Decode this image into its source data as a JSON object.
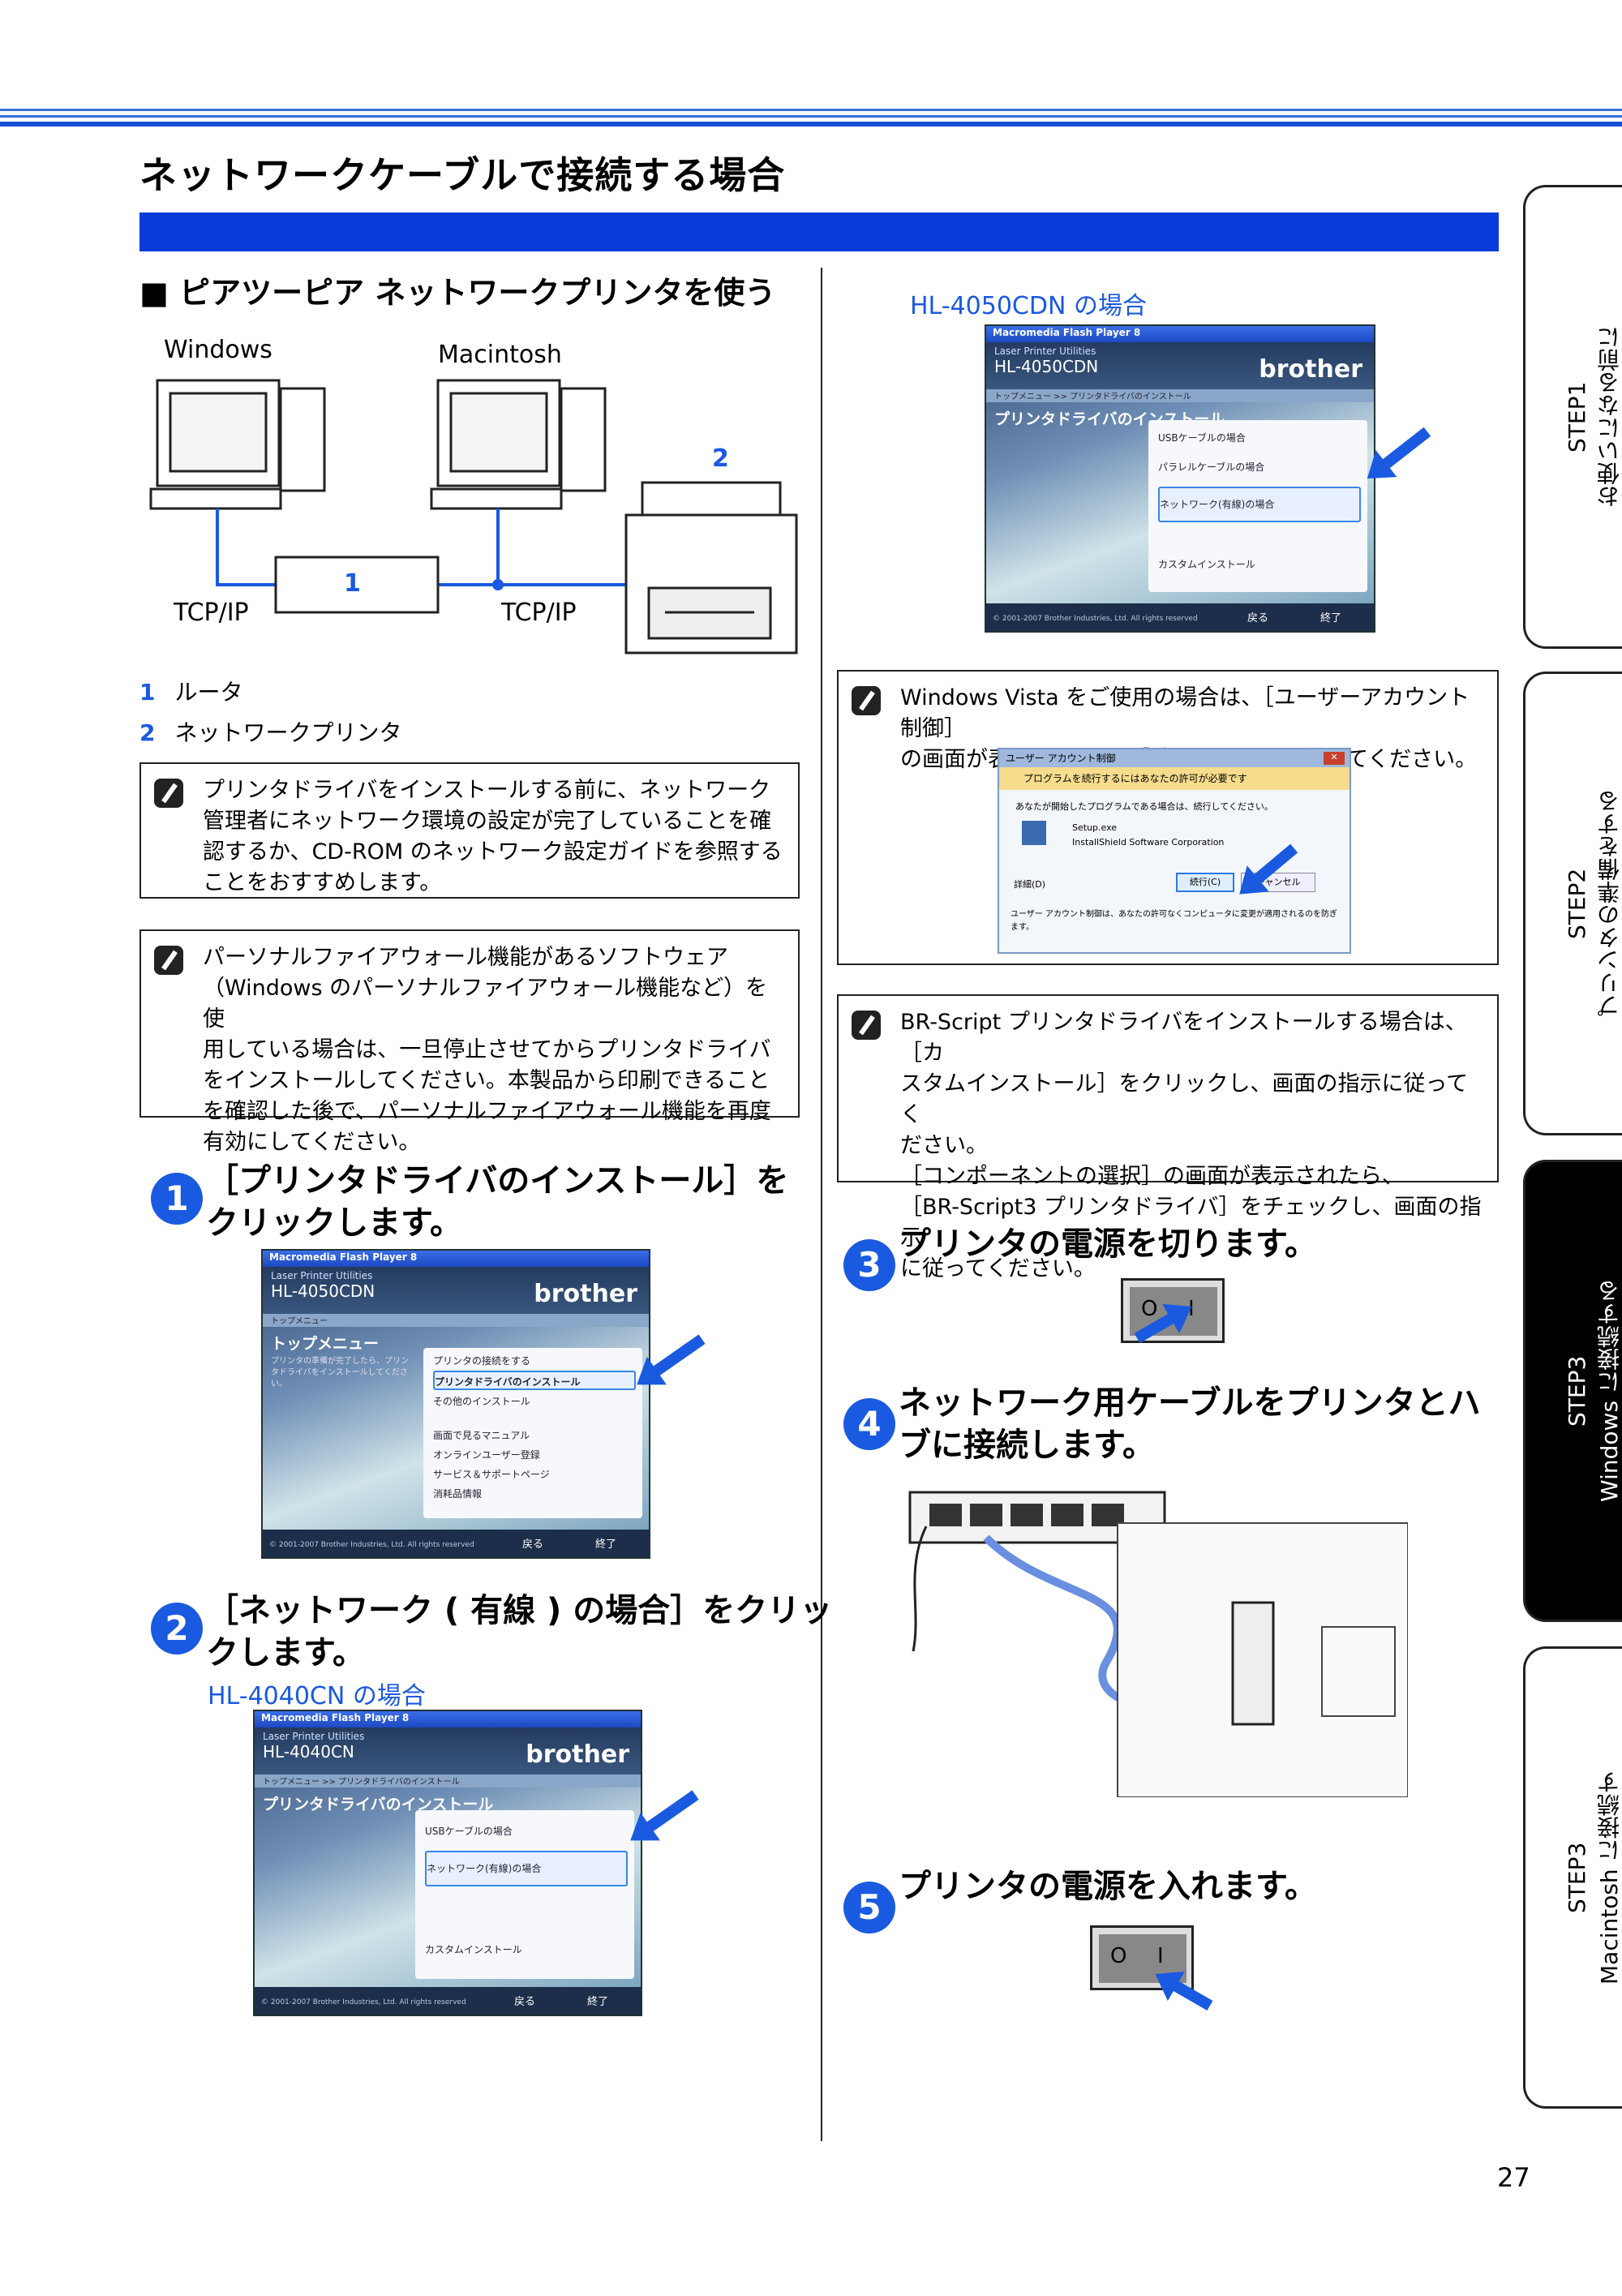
{
  "page": {
    "title": "ネットワークケーブルで接続する場合",
    "section_heading": "■ ピアツーピア ネットワークプリンタを使う",
    "page_number": "27"
  },
  "diagram": {
    "windows_label": "Windows",
    "mac_label": "Macintosh",
    "router_number": "1",
    "printer_number": "2",
    "tcp_left": "TCP/IP",
    "tcp_right": "TCP/IP"
  },
  "legend": [
    {
      "num": "1",
      "text": "ルータ"
    },
    {
      "num": "2",
      "text": "ネットワークプリンタ"
    }
  ],
  "notes": {
    "note1": "プリンタドライバをインストールする前に、ネットワーク\n管理者にネットワーク環境の設定が完了していることを確\n認するか、CD-ROM のネットワーク設定ガイドを参照する\nことをおすすめします。",
    "note2": "パーソナルファイアウォール機能があるソフトウェア\n（Windows のパーソナルファイアウォール機能など）を使\n用している場合は、一旦停止させてからプリンタドライバ\nをインストールしてください。本製品から印刷できること\nを確認した後で、パーソナルファイアウォール機能を再度\n有効にしてください。",
    "note3": "Windows Vista をご使用の場合は、［ユーザーアカウント制御］\nの画面が表示されます。［続行］をクリックしてください。",
    "note4": "BR-Script プリンタドライバをインストールする場合は、［カ\nスタムインストール］をクリックし、画面の指示に従ってく\nださい。\n［コンポーネントの選択］の画面が表示されたら、\n［BR-Script3 プリンタドライバ］をチェックし、画面の指示\nに従ってください。"
  },
  "steps": [
    {
      "num": "1",
      "title": "［プリンタドライバのインストール］を\nクリックします。"
    },
    {
      "num": "2",
      "title": "［ネットワーク ( 有線 ) の場合］をクリッ\nクします。",
      "caption": "HL-4040CN の場合"
    },
    {
      "num": "3",
      "title": "プリンタの電源を切ります。"
    },
    {
      "num": "4",
      "title": "ネットワーク用ケーブルをプリンタとハ\nブに接続します。"
    },
    {
      "num": "5",
      "title": "プリンタの電源を入れます。"
    }
  ],
  "caption_4050": "HL-4050CDN の場合",
  "shots": {
    "title_bar": "Macromedia Flash Player 8",
    "sub": "Laser Printer Utilities",
    "brand": "brother",
    "copyright": "© 2001-2007 Brother Industries, Ltd. All rights reserved",
    "back": "戻る",
    "exit": "終了",
    "s1": {
      "model": "HL-4050CDN",
      "crumb": "トップメニュー",
      "section": "トップメニュー",
      "left_text": "プリンタの準備が完了したら、プリンタドライバをインストールしてください。",
      "items": [
        "プリンタの接続をする",
        "プリンタドライバのインストール",
        "その他のインストール",
        "画面で見るマニュアル",
        "オンラインユーザー登録",
        "サービス＆サポートページ",
        "消耗品情報"
      ]
    },
    "s2": {
      "model": "HL-4040CN",
      "crumb": "トップメニュー >> プリンタドライバのインストール",
      "section": "プリンタドライバのインストール",
      "items": [
        "USBケーブルの場合",
        "ネットワーク(有線)の場合",
        "カスタムインストール"
      ]
    },
    "s3": {
      "model": "HL-4050CDN",
      "crumb": "トップメニュー >> プリンタドライバのインストール",
      "section": "プリンタドライバのインストール",
      "items": [
        "USBケーブルの場合",
        "パラレルケーブルの場合",
        "ネットワーク(有線)の場合",
        "カスタムインストール"
      ]
    }
  },
  "uac": {
    "title": "ユーザー アカウント制御",
    "banner": "プログラムを続行するにはあなたの許可が必要です",
    "line1": "あなたが開始したプログラムである場合は、続行してください。",
    "program": "Setup.exe",
    "publisher": "InstallShield Software Corporation",
    "details": "詳細(D)",
    "continue": "続行(C)",
    "cancel": "キャンセル",
    "footer": "ユーザー アカウント制御は、あなたの許可なくコンピュータに変更が適用されるのを防ぎます。"
  },
  "switch": {
    "off_symbol": "O",
    "on_symbol": "I"
  },
  "tabs": [
    {
      "text": "STEP1\nお使いになる前に",
      "active": false
    },
    {
      "text": "STEP2\nプリンタの準備をする",
      "active": false
    },
    {
      "text": "STEP3\nWindows に接続する",
      "active": true
    },
    {
      "text": "STEP3\nMacintosh に接続する",
      "active": false
    }
  ],
  "colors": {
    "accent_blue": "#1a5ae0",
    "bar_blue": "#0a3cdc",
    "tab_active": "#000000"
  }
}
